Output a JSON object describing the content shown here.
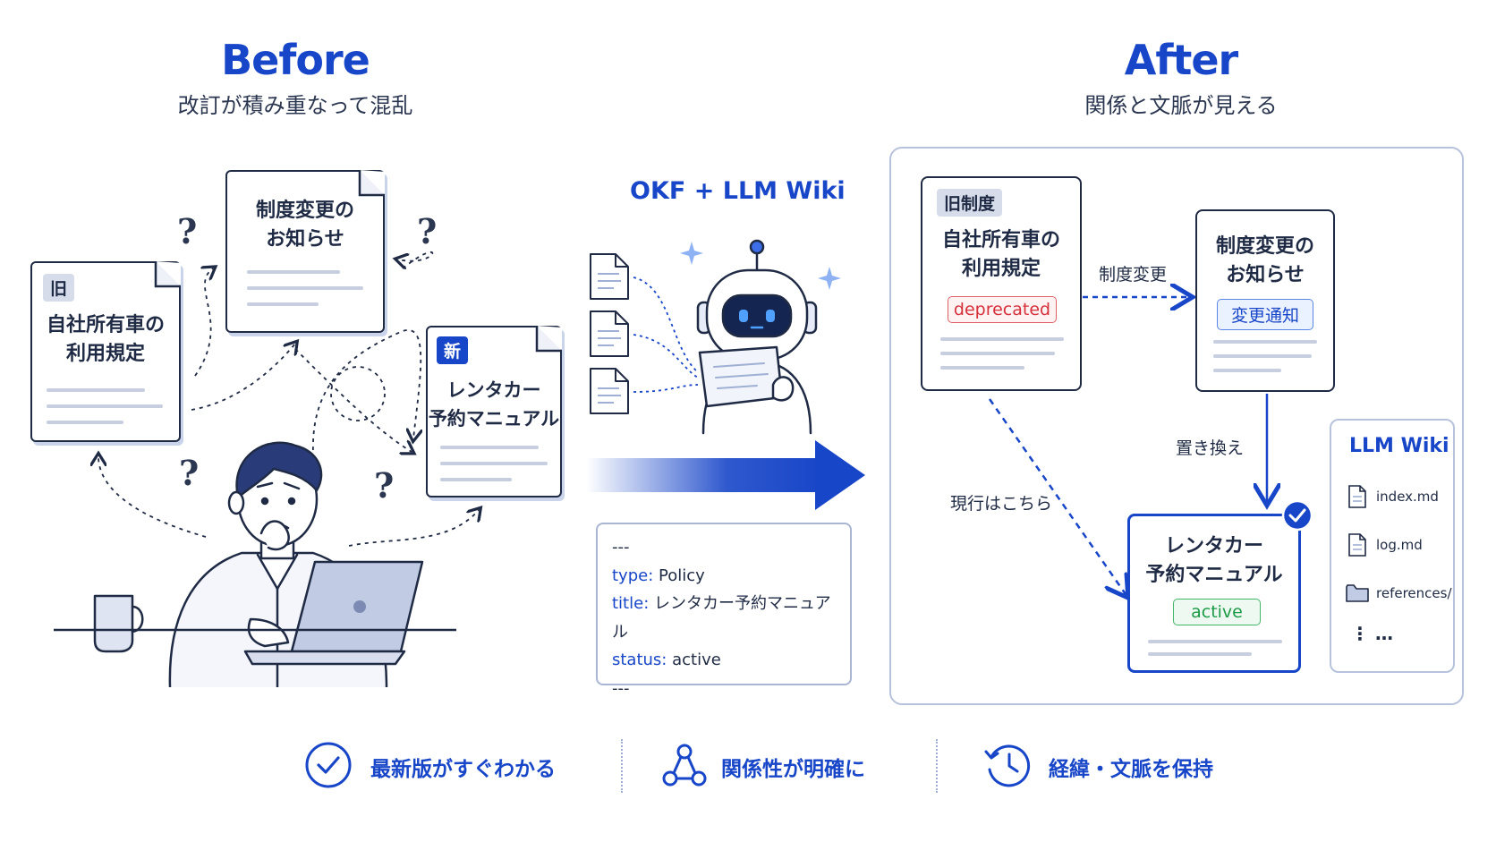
{
  "before": {
    "title": "Before",
    "subtitle": "改訂が積み重なって混乱",
    "doc_old": {
      "tag": "旧",
      "title": "自社所有車の\n利用規定"
    },
    "doc_notice": {
      "title": "制度変更の\nお知らせ"
    },
    "doc_new": {
      "tag": "新",
      "title": "レンタカー\n予約マニュアル"
    },
    "question_mark": "?"
  },
  "middle": {
    "title": "OKF + LLM Wiki",
    "frontmatter": {
      "delimiter": "---",
      "rows": [
        {
          "key": "type:",
          "value": "Policy"
        },
        {
          "key": "title:",
          "value": "レンタカー予約マニュアル"
        },
        {
          "key": "status:",
          "value": "active"
        }
      ]
    }
  },
  "after": {
    "title": "After",
    "subtitle": "関係と文脈が見える",
    "card_old": {
      "tag": "旧制度",
      "title": "自社所有車の\n利用規定",
      "badge": "deprecated"
    },
    "card_notice": {
      "title": "制度変更の\nお知らせ",
      "badge": "変更通知"
    },
    "card_new": {
      "title": "レンタカー\n予約マニュアル",
      "badge": "active"
    },
    "edges": {
      "change": "制度変更",
      "replace": "置き換え",
      "current": "現行はこちら"
    },
    "wiki": {
      "title": "LLM Wiki",
      "items": [
        "index.md",
        "log.md",
        "references/"
      ],
      "more": "⋮  …"
    }
  },
  "features": [
    {
      "icon": "check-circle-icon",
      "label": "最新版がすぐわかる"
    },
    {
      "icon": "network-icon",
      "label": "関係性が明確に"
    },
    {
      "icon": "history-clock-icon",
      "label": "経緯・文脈を保持"
    }
  ],
  "colors": {
    "accent": "#1846c8",
    "navy": "#1f2a44",
    "deprecated": "#d6303b",
    "active": "#1d9a47"
  }
}
